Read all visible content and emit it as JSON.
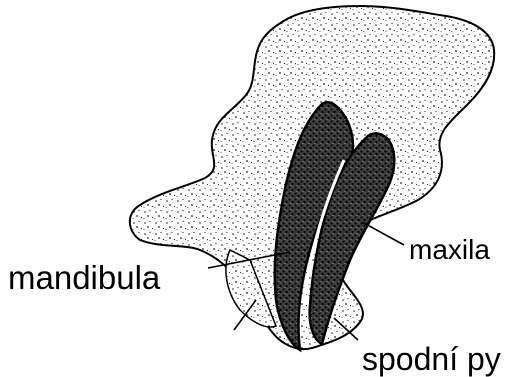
{
  "labels": {
    "mandibula": "mandibula",
    "maxila": "maxila",
    "spodni": "spodní py"
  },
  "colors": {
    "ink": "#000000",
    "paper": "#ffffff",
    "jaw_fill": "#2a2a2a"
  }
}
